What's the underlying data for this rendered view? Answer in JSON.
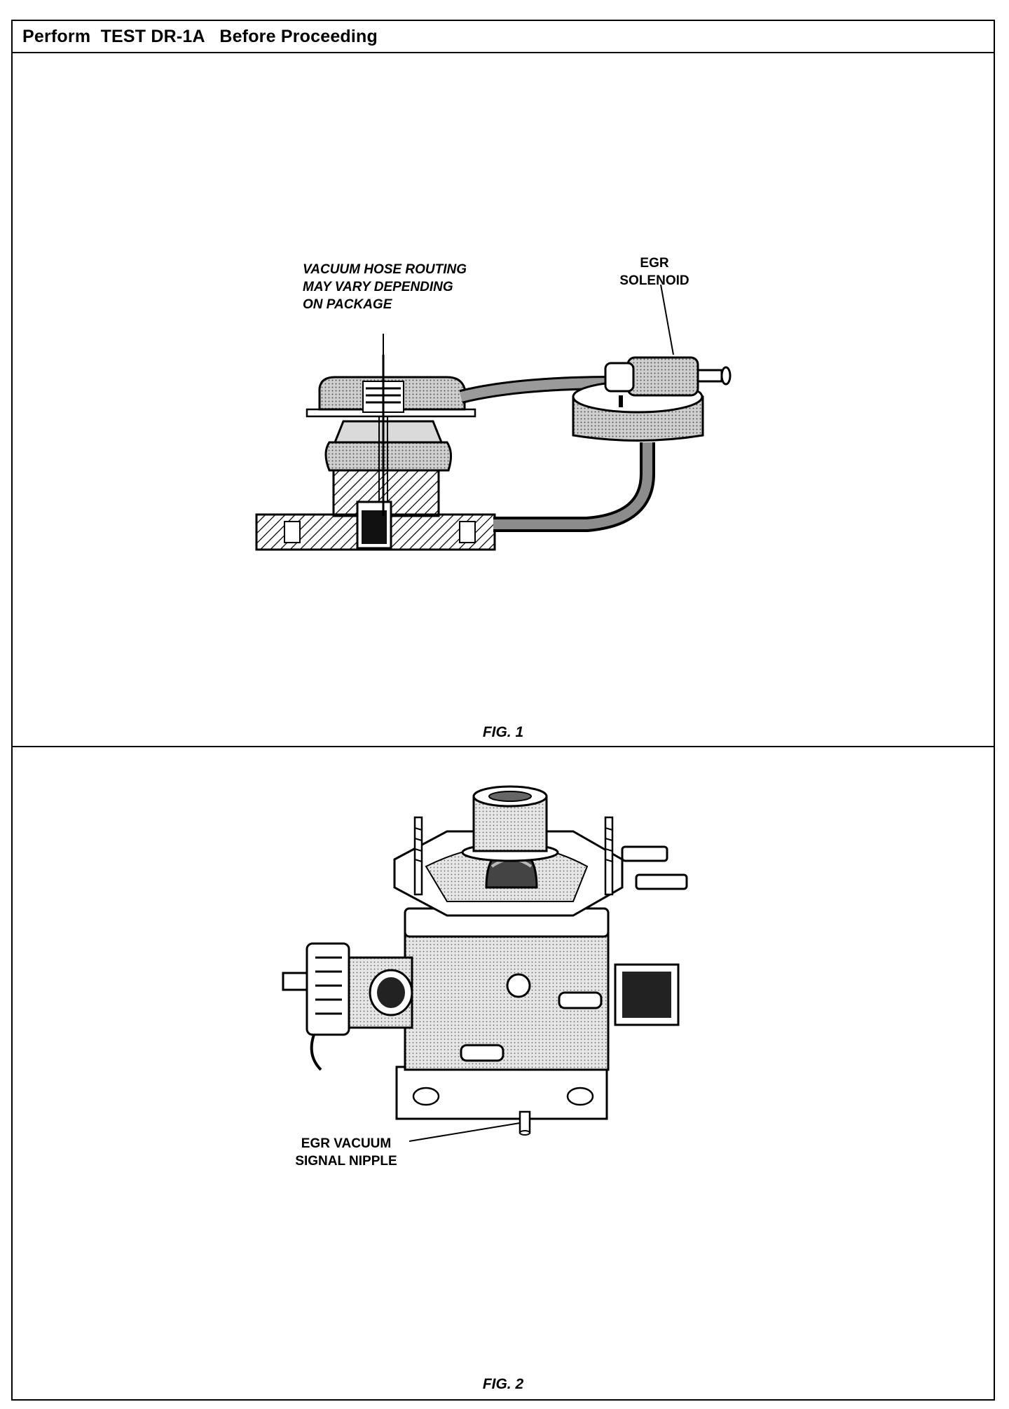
{
  "header": {
    "prefix": "Perform",
    "test_id": "TEST DR-1A",
    "suffix": "Before Proceeding"
  },
  "figure1": {
    "caption": "FIG. 1",
    "note_lines": [
      "VACUUM HOSE ROUTING",
      "MAY VARY DEPENDING",
      "ON PACKAGE"
    ],
    "solenoid_label_lines": [
      "EGR",
      "SOLENOID"
    ]
  },
  "figure2": {
    "caption": "FIG. 2",
    "nipple_label_lines": [
      "EGR VACUUM",
      "SIGNAL NIPPLE"
    ]
  }
}
